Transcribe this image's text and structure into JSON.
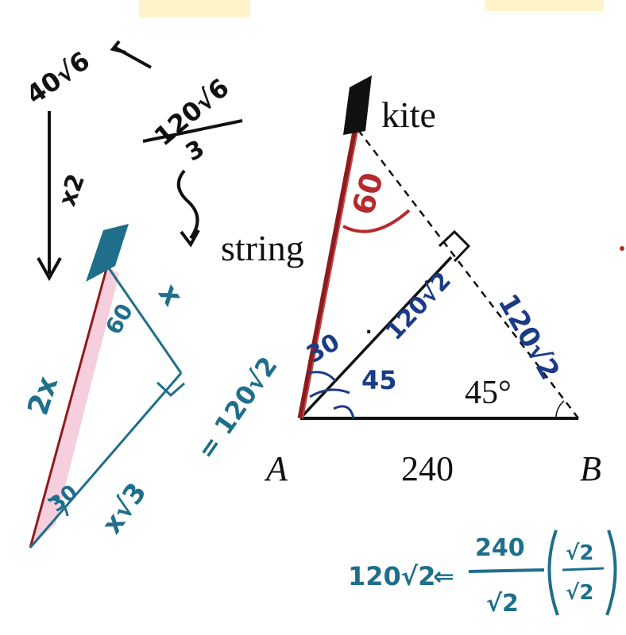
{
  "printed": {
    "kite_label": "kite",
    "string_label": "string",
    "vertex_a": "A",
    "vertex_b": "B",
    "base_length": "240",
    "angle_b": "45°"
  },
  "annotations": {
    "top_left_value": "40√6",
    "times_two": "x2",
    "fraction_numerator": "120√6",
    "fraction_denominator": "3",
    "small_tri_hyp": "2x",
    "small_tri_angle_top": "60",
    "small_tri_short_leg": "x",
    "small_tri_angle_bottom": "30",
    "small_tri_long_leg": "x√3",
    "small_tri_long_leg_value": "= 120√2",
    "angle_kite": "60",
    "perp_length": "120√2",
    "angle_a_upper": "30",
    "angle_a_lower": "45",
    "half_side": "120√2",
    "bottom_result": "120√2",
    "arrow": "⇐",
    "bottom_fraction_num": "240",
    "bottom_fraction_den": "√2",
    "paren_num": "√2",
    "paren_den": "√2"
  },
  "colors": {
    "string": "#9b1f1f",
    "small_hyp_fill": "#f3c3d6",
    "blue_ink": "#1f6f8b",
    "navy_ink": "#1b3b87",
    "red_ink": "#b52a2a",
    "highlight": "#fff3c9"
  }
}
